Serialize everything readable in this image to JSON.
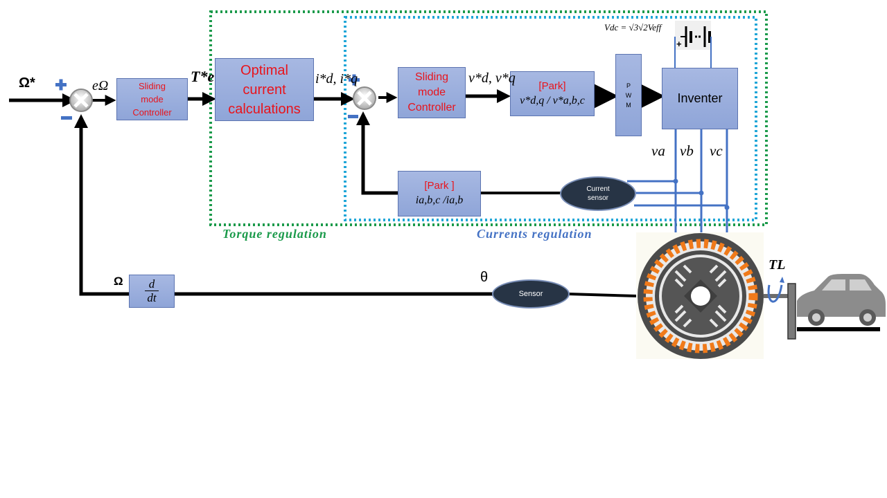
{
  "inputs": {
    "speed_ref": "Ω*",
    "speed_error": "eΩ",
    "torque_ref": "T*e",
    "current_ref": "i*d, i*q",
    "voltage_ref": "v*d, v*q",
    "speed_fb": "Ω",
    "theta": "θ",
    "phase_a": "va",
    "phase_b": "vb",
    "phase_c": "vc",
    "load_torque": "TL",
    "vdc": "Vdc = √3√2Veff"
  },
  "signs": {
    "plus": "+",
    "minus": "−"
  },
  "blocks": {
    "smc_speed": [
      "Sliding",
      "mode",
      "Controller"
    ],
    "optimal": [
      "Optimal",
      "current",
      "calculations"
    ],
    "smc_current": [
      "Sliding",
      "mode",
      "Controller"
    ],
    "park_top": {
      "title": "[Park]",
      "formula": "v*d,q / v*a,b,c"
    },
    "pwm": [
      "P",
      "W",
      "M"
    ],
    "inverter": "Inventer",
    "park_bottom": {
      "title": "[Park ]",
      "formula": "ia,b,c /ia,b"
    },
    "current_sensor": [
      "Current",
      "sensor"
    ],
    "sensor": "Sensor",
    "derivative": {
      "num": "d",
      "den": "dt"
    }
  },
  "regions": {
    "torque": "Torque regulation",
    "currents": "Currents regulation"
  },
  "colors": {
    "block_fill": "#9aafdd",
    "block_red_text": "#e8141c",
    "torque_region": "#1a9a4a",
    "currents_region": "#20a6d8",
    "currents_label": "#4472c4",
    "wire_blue": "#4472c4",
    "stator_orange": "#f07a1a"
  }
}
